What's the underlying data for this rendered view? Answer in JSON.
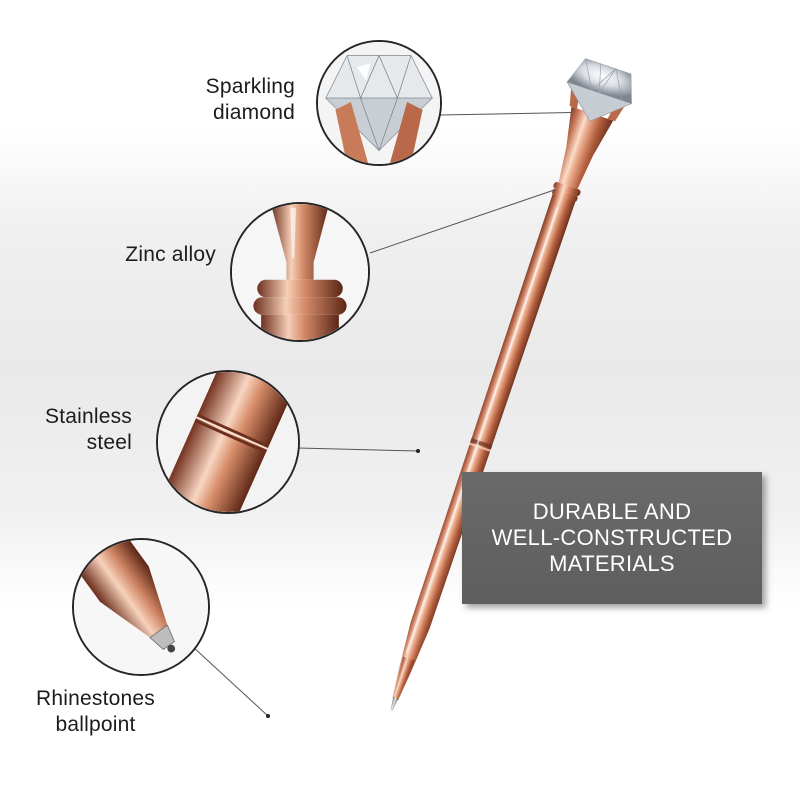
{
  "callouts": {
    "diamond": {
      "line1": "Sparkling",
      "line2": "diamond"
    },
    "alloy": {
      "line1": "Zinc alloy"
    },
    "steel": {
      "line1": "Stainless",
      "line2": "steel"
    },
    "ballpoint": {
      "line1": "Rhinestones",
      "line2": "ballpoint"
    }
  },
  "banner": {
    "line1": "DURABLE AND",
    "line2": "WELL-CONSTRUCTED",
    "line3": "MATERIALS"
  },
  "colors": {
    "rose_gold_light": "#f6c9b0",
    "rose_gold_mid": "#d98e6c",
    "rose_gold_dark": "#8f4a33",
    "banner_bg": "#666666",
    "text_dark": "#1c1c1c"
  }
}
